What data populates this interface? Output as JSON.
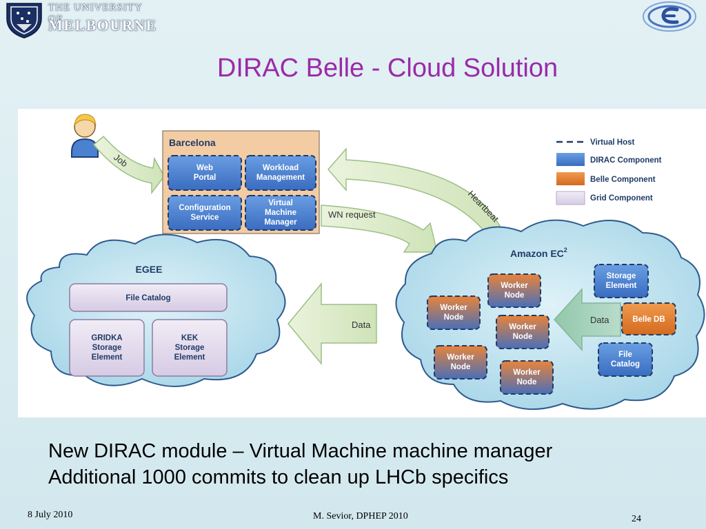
{
  "header": {
    "logo_line1": "THE UNIVERSITY OF",
    "logo_line2": "MELBOURNE",
    "title": "DIRAC Belle - Cloud Solution"
  },
  "diagram": {
    "barcelona": {
      "title": "Barcelona",
      "web_portal": [
        "Web",
        "Portal"
      ],
      "workload_management": [
        "Workload",
        "Management"
      ],
      "configuration_service": [
        "Configuration",
        "Service"
      ],
      "vm_manager": [
        "Virtual",
        "Machine",
        "Manager"
      ]
    },
    "egee": {
      "title": "EGEE",
      "file_catalog": "File Catalog",
      "gridka": [
        "GRIDKA",
        "Storage",
        "Element"
      ],
      "kek": [
        "KEK",
        "Storage",
        "Element"
      ]
    },
    "amazon": {
      "title": "Amazon EC",
      "title_sup": "2",
      "worker_node": [
        "Worker",
        "Node"
      ],
      "storage_element": [
        "Storage",
        "Element"
      ],
      "belle_db": "Belle DB",
      "file_catalog": [
        "File",
        "Catalog"
      ]
    },
    "arrows": {
      "job": "Job",
      "heartbeat": "Heartbeat",
      "wn_request": "WN request",
      "data_left": "Data",
      "data_right": "Data"
    },
    "legend": {
      "virtual_host": "Virtual Host",
      "dirac": "DIRAC Component",
      "belle": "Belle Component",
      "grid": "Grid Component"
    },
    "colors": {
      "dirac": "#4a7fd0",
      "belle": "#e07a2e",
      "grid": "#ddd4e8",
      "barcelona_bg": "#f3c9a0",
      "cloud": "#bfe3ef"
    }
  },
  "bullets": [
    "New DIRAC module – Virtual Machine machine manager",
    "Additional 1000 commits to clean up LHCb specifics"
  ],
  "footer": {
    "date": "8 July 2010",
    "author": "M. Sevior, DPHEP  2010",
    "page": "24"
  }
}
